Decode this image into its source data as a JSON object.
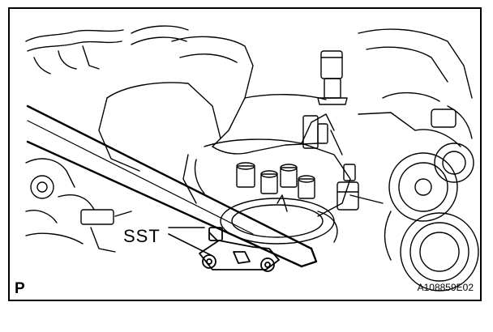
{
  "labels": {
    "tool": "SST",
    "corner_letter": "P",
    "figure_code": "A108859E02"
  },
  "colors": {
    "line": "#000000",
    "background": "#ffffff"
  }
}
